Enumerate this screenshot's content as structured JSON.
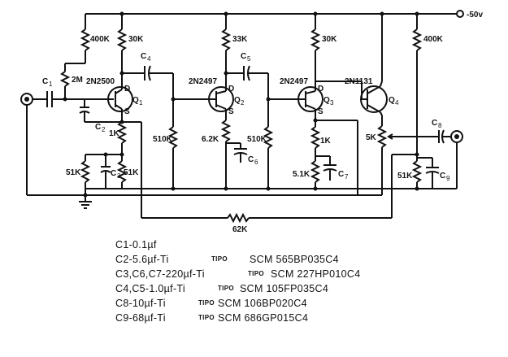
{
  "supply_label": "-50v",
  "resistors": {
    "r400k_left": "400K",
    "r30k_1": "30K",
    "r33k": "33K",
    "r30k_2": "30K",
    "r400k_right": "400K",
    "r2m": "2M",
    "r1k_1": "1K",
    "r51k_1": "51K",
    "r51k_2": "51K",
    "r510k_1": "510K",
    "r6_2k": "6.2K",
    "r510k_2": "510K",
    "r1k_2": "1K",
    "r5_1k": "5.1K",
    "r5k": "5K",
    "r51k_3": "51K",
    "r62k": "62K"
  },
  "capacitors": {
    "c1": "C",
    "c1_sub": "1",
    "c2": "C",
    "c2_sub": "2",
    "c3": "C",
    "c3_sub": "3",
    "c4": "C",
    "c4_sub": "4",
    "c5": "C",
    "c5_sub": "5",
    "c6": "C",
    "c6_sub": "6",
    "c7": "C",
    "c7_sub": "7",
    "c8": "C",
    "c8_sub": "8",
    "c9": "C",
    "c9_sub": "9"
  },
  "transistors": {
    "q1_part": "2N2500",
    "q1": "Q",
    "q1_sub": "1",
    "q2_part": "2N2497",
    "q2": "Q",
    "q2_sub": "2",
    "q3_part": "2N2497",
    "q3": "Q",
    "q3_sub": "3",
    "q4_part": "2N1131",
    "q4": "Q",
    "q4_sub": "4",
    "pin_d": "D",
    "pin_s": "S"
  },
  "legend": [
    {
      "ref": "C1-0.1µf",
      "tipo": "",
      "code": ""
    },
    {
      "ref": "C2-5.6µf-Ti",
      "tipo": "TIPO",
      "code": "SCM 565BP035C4"
    },
    {
      "ref": "C3,C6,C7-220µf-Ti",
      "tipo": "TIPO",
      "code": "SCM 227HP010C4"
    },
    {
      "ref": "C4,C5-1.0µf-Ti",
      "tipo": "TIPO",
      "code": "SCM 105FP035C4"
    },
    {
      "ref": "C8-10µf-Ti",
      "tipo": "TIPO",
      "code": "SCM 106BP020C4"
    },
    {
      "ref": "C9-68µf-Ti",
      "tipo": "TIPO",
      "code": "SCM 686GP015C4"
    }
  ],
  "colors": {
    "ink": "#111111",
    "paper": "#ffffff"
  }
}
